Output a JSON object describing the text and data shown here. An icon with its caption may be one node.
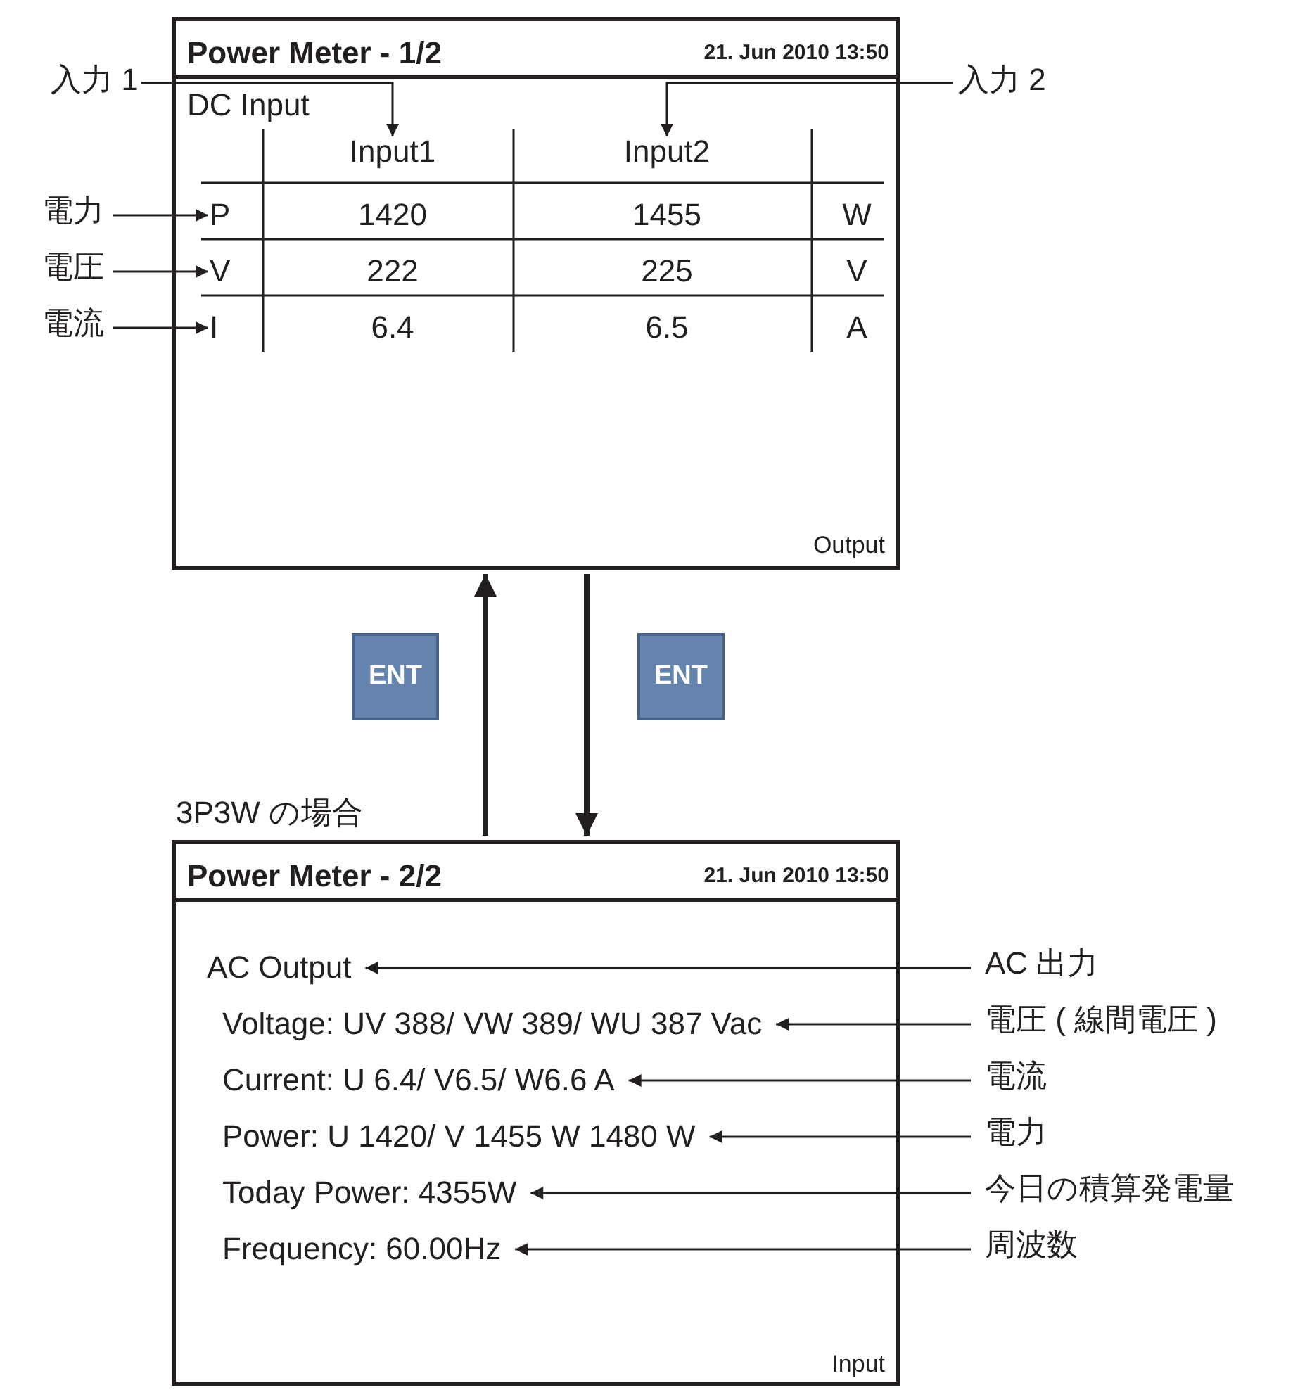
{
  "diagram": {
    "nodes": [
      {
        "text": [
          "Power Meter - 1/2",
          "21. Jun 2010 13:50",
          "DC Input",
          "Output"
        ]
      },
      {
        "text": [
          "Input1"
        ],
        "in": 0
      },
      {
        "text": [
          "Input2"
        ],
        "in": 0
      },
      {
        "text": [
          "P"
        ],
        "in": 0
      },
      {
        "text": [
          "V"
        ],
        "in": 0
      },
      {
        "text": [
          "I"
        ],
        "in": 0
      },
      {
        "text": [
          "入力 1"
        ]
      },
      {
        "text": [
          "入力 2"
        ]
      },
      {
        "text": [
          "電力"
        ]
      },
      {
        "text": [
          "電圧"
        ]
      },
      {
        "text": [
          "電流"
        ]
      },
      {
        "text": [
          "ENT"
        ]
      },
      {
        "text": [
          "ENT"
        ]
      },
      {
        "text": [
          "3P3W の場合",
          "Power Meter - 2/2",
          "21. Jun 2010 13:50",
          "Input"
        ]
      },
      {
        "text": [
          "AC Output"
        ],
        "in": 13
      },
      {
        "text": [
          "Voltage: UV 388/ VW 389/ WU 387 Vac"
        ],
        "in": 13
      },
      {
        "text": [
          "Current: U 6.4/ V6.5/ W6.6 A"
        ],
        "in": 13
      },
      {
        "text": [
          "Power: U 1420/ V 1455 W 1480 W"
        ],
        "in": 13
      },
      {
        "text": [
          "Today Power: 4355W"
        ],
        "in": 13
      },
      {
        "text": [
          "Frequency: 60.00Hz"
        ],
        "in": 13
      },
      {
        "text": [
          "AC 出力"
        ]
      },
      {
        "text": [
          "電圧 ( 線間電圧 )"
        ]
      },
      {
        "text": [
          "電流"
        ]
      },
      {
        "text": [
          "電力"
        ]
      },
      {
        "text": [
          "今日の積算発電量"
        ]
      },
      {
        "text": [
          "周波数"
        ]
      }
    ],
    "edges": [
      {
        "from": 6,
        "to": 1,
        "arrow": "to"
      },
      {
        "from": 7,
        "to": 2,
        "arrow": "to"
      },
      {
        "from": 8,
        "to": 3,
        "arrow": "to"
      },
      {
        "from": 9,
        "to": 4,
        "arrow": "to"
      },
      {
        "from": 10,
        "to": 5,
        "arrow": "to"
      },
      {
        "from": 13,
        "to": 0,
        "arrow": "to",
        "style": "thick"
      },
      {
        "from": 0,
        "to": 13,
        "arrow": "to",
        "style": "thick"
      },
      {
        "from": 20,
        "to": 14,
        "arrow": "to"
      },
      {
        "from": 21,
        "to": 15,
        "arrow": "to"
      },
      {
        "from": 22,
        "to": 16,
        "arrow": "to"
      },
      {
        "from": 23,
        "to": 17,
        "arrow": "to"
      },
      {
        "from": 24,
        "to": 18,
        "arrow": "to"
      },
      {
        "from": 25,
        "to": 19,
        "arrow": "to"
      }
    ],
    "labels": [
      "1420",
      "1455",
      "W",
      "222",
      "225",
      "V",
      "6.4",
      "6.5",
      "A"
    ]
  }
}
